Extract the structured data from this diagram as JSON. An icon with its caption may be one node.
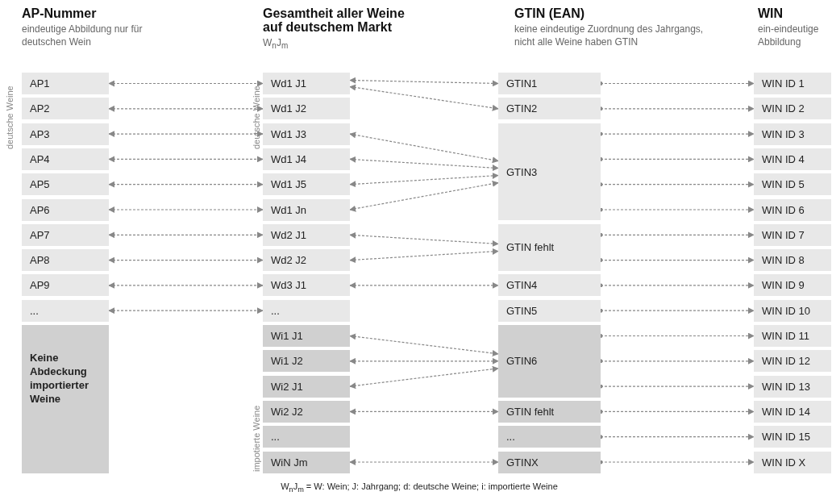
{
  "diagram": {
    "caption": "W$_{n}$J$_{m}$ = W: Wein; J: Jahrgang; d: deutsche Weine; i: importierte Weine",
    "nodes": [
      {
        "text": [
          "AP1"
        ]
      },
      {
        "text": [
          "AP2"
        ]
      },
      {
        "text": [
          "AP3"
        ]
      },
      {
        "text": [
          "AP4"
        ]
      },
      {
        "text": [
          "AP5"
        ]
      },
      {
        "text": [
          "AP6"
        ]
      },
      {
        "text": [
          "AP7"
        ]
      },
      {
        "text": [
          "AP8"
        ]
      },
      {
        "text": [
          "AP9"
        ]
      },
      {
        "text": [
          "..."
        ]
      },
      {
        "text": [
          "Keine Abdeckung importierter Weine"
        ]
      },
      {
        "text": [
          "Wd1 J1"
        ]
      },
      {
        "text": [
          "Wd1 J2"
        ]
      },
      {
        "text": [
          "Wd1 J3"
        ]
      },
      {
        "text": [
          "Wd1 J4"
        ]
      },
      {
        "text": [
          "Wd1 J5"
        ]
      },
      {
        "text": [
          "Wd1 Jn"
        ]
      },
      {
        "text": [
          "Wd2 J1"
        ]
      },
      {
        "text": [
          "Wd2 J2"
        ]
      },
      {
        "text": [
          "Wd3 J1"
        ]
      },
      {
        "text": [
          "..."
        ]
      },
      {
        "text": [
          "Wi1 J1"
        ]
      },
      {
        "text": [
          "Wi1 J2"
        ]
      },
      {
        "text": [
          "Wi2 J1"
        ]
      },
      {
        "text": [
          "Wi2 J2"
        ]
      },
      {
        "text": [
          "..."
        ]
      },
      {
        "text": [
          "WiN Jm"
        ]
      },
      {
        "text": [
          "GTIN1"
        ]
      },
      {
        "text": [
          "GTIN2"
        ]
      },
      {
        "text": [
          "GTIN3"
        ]
      },
      {
        "text": [
          "GTIN fehlt"
        ]
      },
      {
        "text": [
          "GTIN4"
        ]
      },
      {
        "text": [
          "GTIN5"
        ]
      },
      {
        "text": [
          "GTIN6"
        ]
      },
      {
        "text": [
          "GTIN fehlt"
        ]
      },
      {
        "text": [
          "..."
        ]
      },
      {
        "text": [
          "GTINX"
        ]
      },
      {
        "text": [
          "WIN ID 1"
        ]
      },
      {
        "text": [
          "WIN ID 2"
        ]
      },
      {
        "text": [
          "WIN ID 3"
        ]
      },
      {
        "text": [
          "WIN ID 4"
        ]
      },
      {
        "text": [
          "WIN ID 5"
        ]
      },
      {
        "text": [
          "WIN ID 6"
        ]
      },
      {
        "text": [
          "WIN ID 7"
        ]
      },
      {
        "text": [
          "WIN ID 8"
        ]
      },
      {
        "text": [
          "WIN ID 9"
        ]
      },
      {
        "text": [
          "WIN ID 10"
        ]
      },
      {
        "text": [
          "WIN ID 11"
        ]
      },
      {
        "text": [
          "WIN ID 12"
        ]
      },
      {
        "text": [
          "WIN ID 13"
        ]
      },
      {
        "text": [
          "WIN ID 14"
        ]
      },
      {
        "text": [
          "WIN ID 15"
        ]
      },
      {
        "text": [
          "WIN ID X"
        ]
      }
    ],
    "edges": [
      {
        "from": 0,
        "to": 11,
        "arrow": "both",
        "style": "dashed"
      },
      {
        "from": 1,
        "to": 12,
        "arrow": "both",
        "style": "dashed"
      },
      {
        "from": 2,
        "to": 13,
        "arrow": "both",
        "style": "dashed"
      },
      {
        "from": 3,
        "to": 14,
        "arrow": "both",
        "style": "dashed"
      },
      {
        "from": 4,
        "to": 15,
        "arrow": "both",
        "style": "dashed"
      },
      {
        "from": 5,
        "to": 16,
        "arrow": "both",
        "style": "dashed"
      },
      {
        "from": 6,
        "to": 17,
        "arrow": "both",
        "style": "dashed"
      },
      {
        "from": 7,
        "to": 18,
        "arrow": "both",
        "style": "dashed"
      },
      {
        "from": 8,
        "to": 19,
        "arrow": "both",
        "style": "dashed"
      },
      {
        "from": 9,
        "to": 20,
        "arrow": "both",
        "style": "dashed"
      },
      {
        "from": 11,
        "to": 27,
        "arrow": "both",
        "style": "dashed"
      },
      {
        "from": 11,
        "to": 28,
        "arrow": "both",
        "style": "dashed"
      },
      {
        "from": 13,
        "to": 29,
        "arrow": "both",
        "style": "dashed"
      },
      {
        "from": 14,
        "to": 29,
        "arrow": "both",
        "style": "dashed"
      },
      {
        "from": 15,
        "to": 29,
        "arrow": "both",
        "style": "dashed"
      },
      {
        "from": 16,
        "to": 29,
        "arrow": "both",
        "style": "dashed"
      },
      {
        "from": 17,
        "to": 30,
        "arrow": "both",
        "style": "dashed"
      },
      {
        "from": 18,
        "to": 30,
        "arrow": "both",
        "style": "dashed"
      },
      {
        "from": 19,
        "to": 31,
        "arrow": "both",
        "style": "dashed"
      },
      {
        "from": 21,
        "to": 33,
        "arrow": "both",
        "style": "dashed"
      },
      {
        "from": 22,
        "to": 33,
        "arrow": "both",
        "style": "dashed"
      },
      {
        "from": 23,
        "to": 33,
        "arrow": "both",
        "style": "dashed"
      },
      {
        "from": 24,
        "to": 34,
        "arrow": "both",
        "style": "dashed"
      },
      {
        "from": 26,
        "to": 36,
        "arrow": "both",
        "style": "dashed"
      },
      {
        "from": 27,
        "to": 37,
        "arrow": "to",
        "style": "dashed"
      },
      {
        "from": 28,
        "to": 38,
        "arrow": "to",
        "style": "dashed"
      },
      {
        "from": 29,
        "to": 39,
        "arrow": "to",
        "style": "dashed"
      },
      {
        "from": 29,
        "to": 40,
        "arrow": "to",
        "style": "dashed"
      },
      {
        "from": 29,
        "to": 41,
        "arrow": "to",
        "style": "dashed"
      },
      {
        "from": 29,
        "to": 42,
        "arrow": "to",
        "style": "dashed"
      },
      {
        "from": 30,
        "to": 43,
        "arrow": "to",
        "style": "dashed"
      },
      {
        "from": 30,
        "to": 44,
        "arrow": "to",
        "style": "dashed"
      },
      {
        "from": 31,
        "to": 45,
        "arrow": "to",
        "style": "dashed"
      },
      {
        "from": 32,
        "to": 46,
        "arrow": "to",
        "style": "dashed"
      },
      {
        "from": 33,
        "to": 47,
        "arrow": "to",
        "style": "dashed"
      },
      {
        "from": 33,
        "to": 48,
        "arrow": "to",
        "style": "dashed"
      },
      {
        "from": 33,
        "to": 49,
        "arrow": "to",
        "style": "dashed"
      },
      {
        "from": 34,
        "to": 50,
        "arrow": "to",
        "style": "dashed"
      },
      {
        "from": 35,
        "to": 51,
        "arrow": "to",
        "style": "dashed"
      },
      {
        "from": 36,
        "to": 52,
        "arrow": "to",
        "style": "dashed"
      }
    ],
    "labels": [
      "AP-Nummer",
      "eindeutige Abbildung nur für deutschen Wein",
      "Gesamtheit aller Weine auf deutschem Markt",
      "W$_{n}$J$_{m}$",
      "GTIN (EAN)",
      "keine eindeutige Zuordnung des Jahrgangs, nicht alle Weine haben GTIN",
      "WIN",
      "ein-eindeutige Abbildung",
      "deutsche Weine",
      "deutsche Weine",
      "impotierte Weine"
    ]
  }
}
